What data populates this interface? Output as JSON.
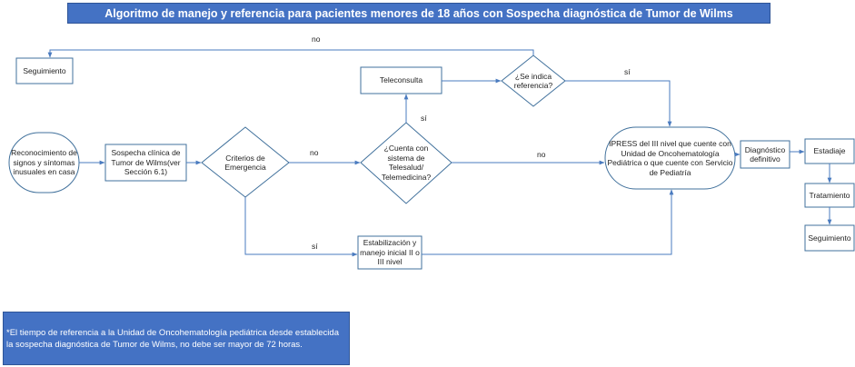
{
  "title": "Algoritmo de manejo y referencia para pacientes menores de 18 años con Sospecha diagnóstica de Tumor de Wilms",
  "nodes": {
    "reconocimiento": "Reconocimiento de signos y síntomas inusuales en casa",
    "sospecha": "Sospecha clínica de Tumor de Wilms(ver Sección 6.1)",
    "criterios": "Criterios de Emergencia",
    "telesalud": "¿Cuenta con sistema de Telesalud/ Telemedicina?",
    "teleconsulta": "Teleconsulta",
    "indica_referencia": "¿Se indica referencia?",
    "seguimiento_top": "Seguimiento",
    "ipress": "IPRESS del III nivel que cuente con Unidad de Oncohematología Pediátrica o que cuente con Servicio de Pediatría",
    "estabilizacion": "Estabilización y manejo inicial II o III nivel",
    "diagnostico": "Diagnóstico definitivo",
    "estadiaje": "Estadiaje",
    "tratamiento": "Tratamiento",
    "seguimiento_final": "Seguimiento"
  },
  "edges": {
    "no_top": "no",
    "si_referencia": "sí",
    "si_teleconsulta": "sí",
    "no_criterios": "no",
    "no_telesalud": "no",
    "si_criterios": "sí"
  },
  "footnote": "*El tiempo de referencia a la Unidad de Oncohematología pediátrica desde establecida la sospecha diagnóstica de Tumor de Wilms, no debe ser mayor de 72 horas."
}
